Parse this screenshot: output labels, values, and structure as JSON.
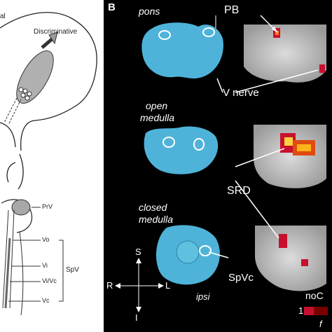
{
  "panel_b_label": "B",
  "left_panel": {
    "partial_top_label": "al",
    "pathway_label": "Discriminative",
    "nucleus_labels": {
      "prv": "PrV",
      "vo": "Vo",
      "vi": "Vi",
      "vivc": "Vi/Vc",
      "vc": "Vc",
      "spv": "SpV"
    }
  },
  "right_panel": {
    "sections": [
      {
        "label": "pons"
      },
      {
        "label_line1": "open",
        "label_line2": "medulla"
      },
      {
        "label_line1": "closed",
        "label_line2": "medulla"
      }
    ],
    "annotations": {
      "pb": "PB",
      "v_nerve": "V nerve",
      "srd": "SRD",
      "spvc": "SpVc"
    },
    "orientation": {
      "superior": "S",
      "inferior": "I",
      "right": "R",
      "left": "L",
      "side_label": "ipsi"
    },
    "colorbar": {
      "title_partial": "noC",
      "min_label": "1",
      "max_partial": "f"
    },
    "colors": {
      "stain_blue": "#4fb3d9",
      "heat_red": "#c8102e",
      "heat_yellow": "#ffd23f"
    }
  }
}
